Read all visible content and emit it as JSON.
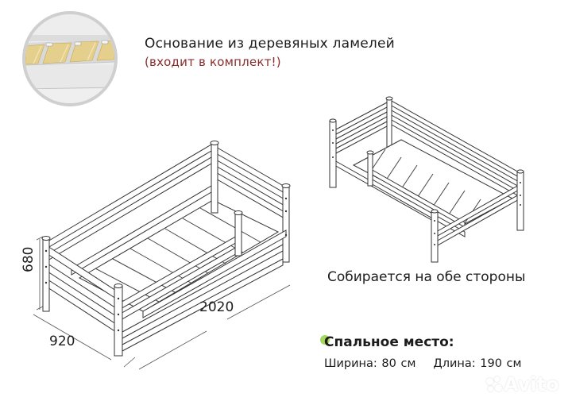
{
  "header": {
    "title": "Основание из деревяных ламелей",
    "subtitle": "(входит в комплект!)",
    "subtitle_color": "#8a2b2b"
  },
  "inset": {
    "icon": "slat-base-closeup-icon",
    "border_color": "#cfcfcf",
    "slat_color": "#e5cf8c"
  },
  "main_drawing": {
    "icon": "bed-isometric-drawing-icon",
    "dimensions": {
      "height": "680",
      "width": "920",
      "length": "2020"
    }
  },
  "alt_drawing": {
    "icon": "bed-mirrored-drawing-icon",
    "caption": "Собирается на обе стороны"
  },
  "sleeping_area": {
    "title": "Спальное место:",
    "accent_dot_color": "#9bd44a",
    "width_label": "Ширина: 80 см",
    "length_label": "Длина: 190 см"
  },
  "watermark": {
    "text": "Avito"
  }
}
